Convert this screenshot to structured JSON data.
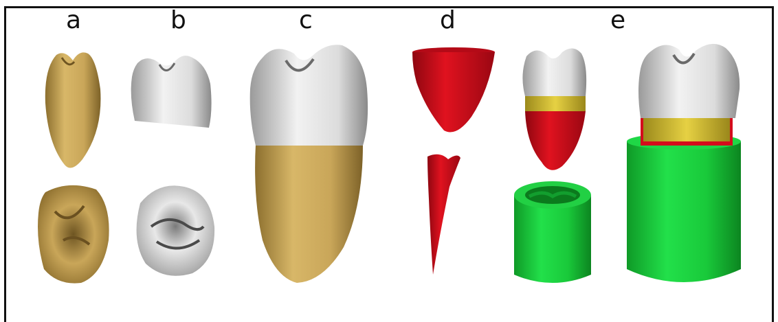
{
  "labels": {
    "a": "a",
    "b": "b",
    "c": "c",
    "d": "d",
    "e": "e"
  },
  "colors": {
    "dentin": "#c9a659",
    "enamel": "#d9d9d9",
    "pulp": "#d40c1c",
    "cement": "#d8c132",
    "holder": "#19c93a"
  }
}
